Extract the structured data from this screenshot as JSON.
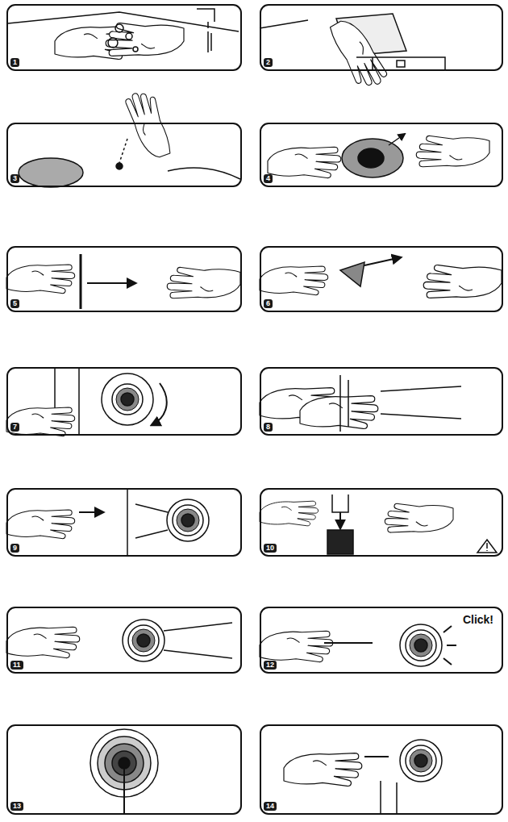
{
  "diagram": {
    "nodes": [
      {
        "text": [
          "1"
        ]
      },
      {
        "text": [
          "2"
        ]
      },
      {
        "text": [
          "3"
        ]
      },
      {
        "text": [
          "4"
        ]
      },
      {
        "text": [
          "5"
        ]
      },
      {
        "text": [
          "6"
        ]
      },
      {
        "text": [
          "7"
        ]
      },
      {
        "text": [
          "8"
        ]
      },
      {
        "text": [
          "9"
        ]
      },
      {
        "text": [
          "10"
        ]
      },
      {
        "text": [
          "11"
        ]
      },
      {
        "text": [
          "12",
          "Click!"
        ]
      },
      {
        "text": [
          "13"
        ]
      },
      {
        "text": [
          "14"
        ]
      }
    ]
  }
}
